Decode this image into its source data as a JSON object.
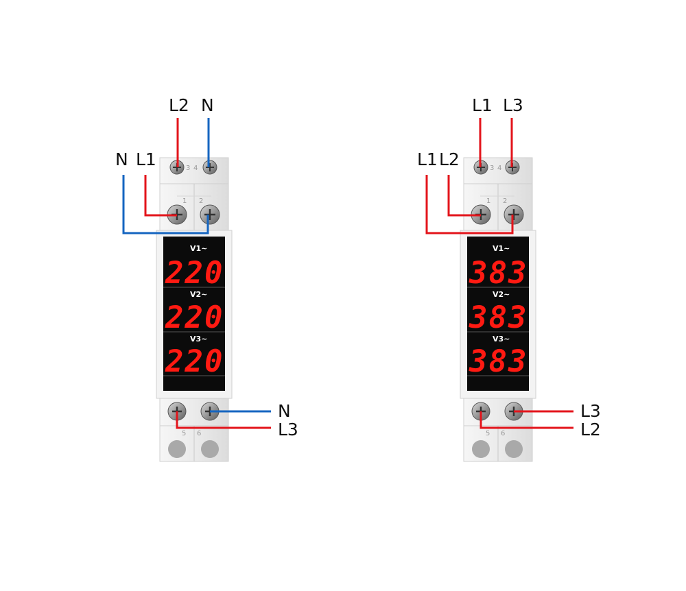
{
  "colors": {
    "phase_wire": "#e3141b",
    "neutral_wire": "#1565c0",
    "display_digits": "#ff1a12",
    "display_bg": "#0b0b0b",
    "housing": "#ececec"
  },
  "icons": [
    "screw-terminal-icon",
    "din-rail-latch-icon"
  ],
  "diagrams": [
    {
      "name": "single-phase-wiring",
      "top_labels": [
        "L2",
        "N"
      ],
      "side_labels": [
        "N",
        "L1"
      ],
      "terminal_numbers_top": [
        "3",
        "4"
      ],
      "terminal_numbers_mid": [
        "1",
        "2"
      ],
      "terminal_numbers_bottom": [
        "5",
        "6"
      ],
      "display": [
        {
          "channel": "V1~",
          "reading": "220"
        },
        {
          "channel": "V2~",
          "reading": "220"
        },
        {
          "channel": "V3~",
          "reading": "220"
        }
      ],
      "bottom_labels": [
        "N",
        "L3"
      ]
    },
    {
      "name": "three-phase-wiring",
      "top_labels": [
        "L1",
        "L3"
      ],
      "side_labels": [
        "L1",
        "L2"
      ],
      "terminal_numbers_top": [
        "3",
        "4"
      ],
      "terminal_numbers_mid": [
        "1",
        "2"
      ],
      "terminal_numbers_bottom": [
        "5",
        "6"
      ],
      "display": [
        {
          "channel": "V1~",
          "reading": "383"
        },
        {
          "channel": "V2~",
          "reading": "383"
        },
        {
          "channel": "V3~",
          "reading": "383"
        }
      ],
      "bottom_labels": [
        "L3",
        "L2"
      ]
    }
  ]
}
